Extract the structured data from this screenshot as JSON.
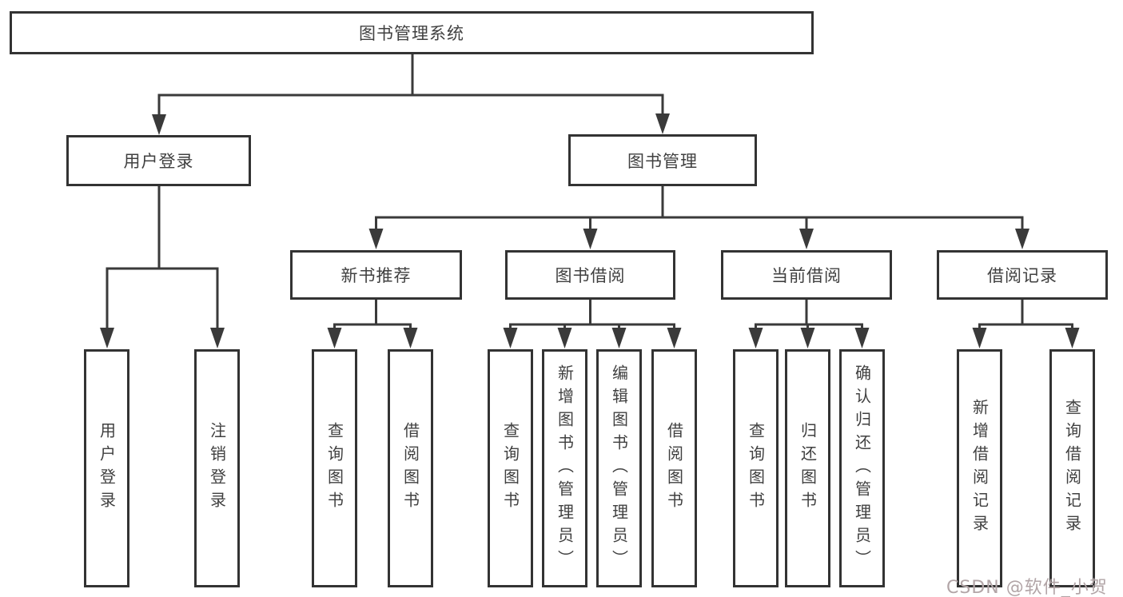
{
  "tree": {
    "root": {
      "label": "图书管理系统"
    },
    "children": [
      {
        "label": "用户登录",
        "children": [
          {
            "label": "用户登录"
          },
          {
            "label": "注销登录"
          }
        ]
      },
      {
        "label": "图书管理",
        "children": [
          {
            "label": "新书推荐",
            "children": [
              {
                "label": "查询图书"
              },
              {
                "label": "借阅图书"
              }
            ]
          },
          {
            "label": "图书借阅",
            "children": [
              {
                "label": "查询图书"
              },
              {
                "label": "新增图书（管理员）"
              },
              {
                "label": "编辑图书（管理员）"
              },
              {
                "label": "借阅图书"
              }
            ]
          },
          {
            "label": "当前借阅",
            "children": [
              {
                "label": "查询图书"
              },
              {
                "label": "归还图书"
              },
              {
                "label": "确认归还（管理员）"
              }
            ]
          },
          {
            "label": "借阅记录",
            "children": [
              {
                "label": "新增借阅记录"
              },
              {
                "label": "查询借阅记录"
              }
            ]
          }
        ]
      }
    ]
  },
  "watermark": {
    "text": "CSDN @软件_小贺同学"
  },
  "colors": {
    "line": "#3a3a3a",
    "border": "#333333",
    "text": "#404040",
    "watermark": "#b2a5a7",
    "background": "#ffffff"
  }
}
